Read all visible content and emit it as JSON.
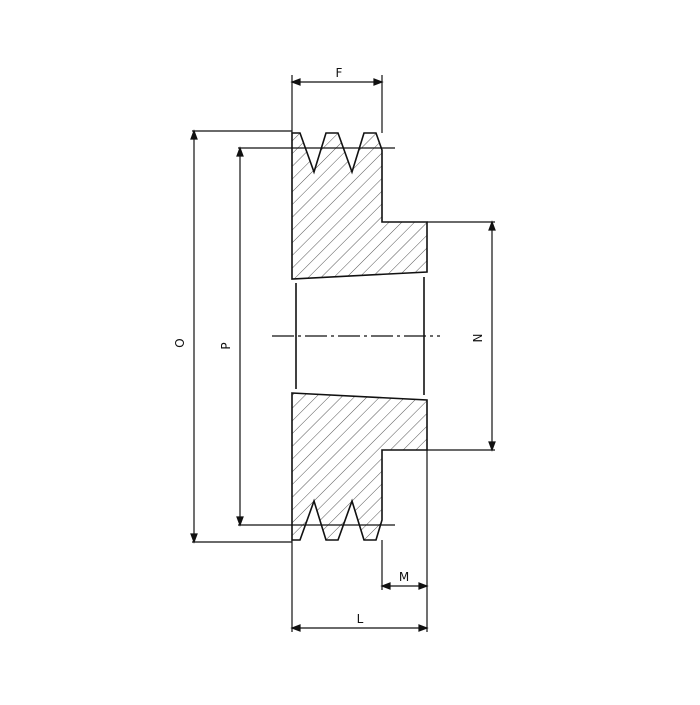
{
  "drawing": {
    "line_color": "#111111",
    "hatch_color": "#444444",
    "background": "#ffffff"
  },
  "dimensions": {
    "F": "F",
    "O": "O",
    "P": "P",
    "N": "N",
    "M": "M",
    "L": "L"
  }
}
